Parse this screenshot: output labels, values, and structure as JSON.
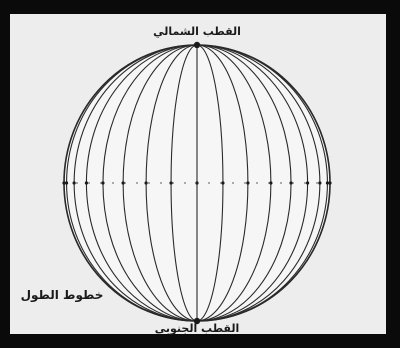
{
  "diagram": {
    "north_pole_label": "القطب الشمالي",
    "south_pole_label": "القطب الجنوبي",
    "longitude_label": "خطوط الطول",
    "meridian_count": 17,
    "colors": {
      "frame": "#0a0a0a",
      "paper": "#ededed",
      "globe_fill": "#f6f6f6",
      "lines": "#2a2a2a",
      "caption": "#3b3bb0"
    }
  }
}
